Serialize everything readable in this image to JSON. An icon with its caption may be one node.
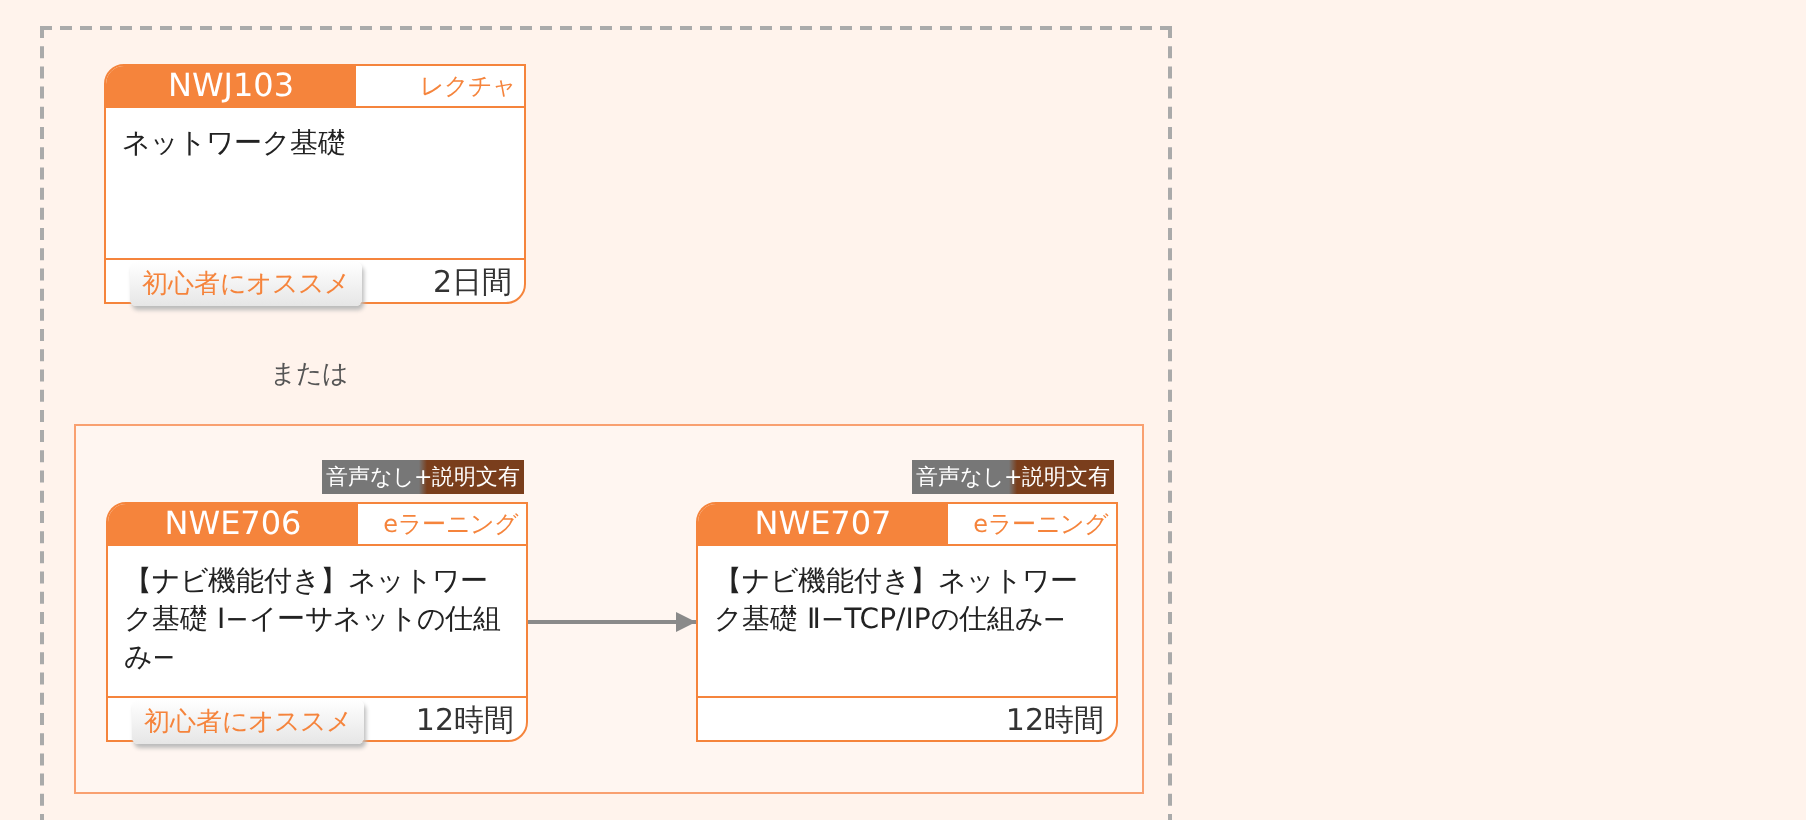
{
  "diagram": {
    "nodes": [
      {
        "text": [],
        "shape": "box"
      },
      {
        "text": [
          "NWJ103",
          "レクチャ",
          "ネットワーク基礎",
          "初心者にオススメ",
          "2日間"
        ],
        "in": 0
      },
      {
        "text": [],
        "shape": "box",
        "in": 0
      },
      {
        "text": [
          "NWE706",
          "eラーニング",
          "【ナビ機能付き】ネットワーク基礎 Ⅰ−イーサネットの仕組み−",
          "初心者にオススメ",
          "12時間"
        ],
        "beside": [
          "音声なし+説明文有"
        ],
        "in": 2
      },
      {
        "text": [
          "NWE707",
          "eラーニング",
          "【ナビ機能付き】ネットワーク基礎 Ⅱ−TCP/IPの仕組み−",
          "12時間"
        ],
        "beside": [
          "音声なし+説明文有"
        ],
        "in": 2
      }
    ],
    "edges": [
      {
        "from": 3,
        "to": 4,
        "arrow": "to"
      }
    ],
    "labels": [
      "または"
    ]
  }
}
